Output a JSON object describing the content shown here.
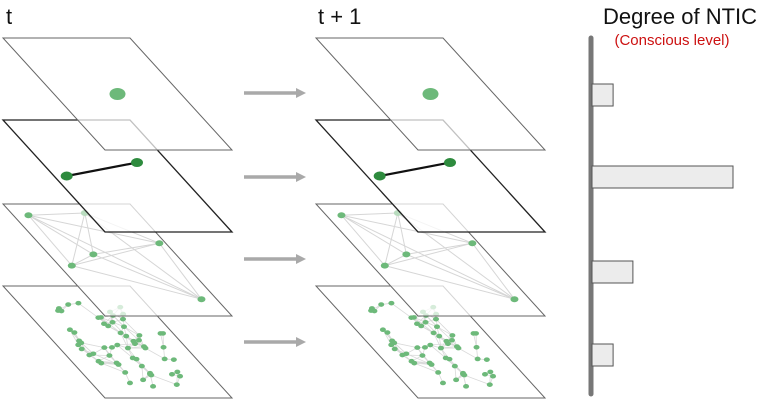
{
  "labels": {
    "t": "t",
    "t_next": "t + 1",
    "title": "Degree of NTIC",
    "subtitle": "(Conscious level)"
  },
  "colors": {
    "node": "#2e8b3e",
    "node_light": "#6db97a",
    "plane_edge": "#555555",
    "arrow": "#a9a9a9",
    "bar_fill": "#ececec",
    "bar_edge": "#555555",
    "axis": "#777777",
    "subtitle": "#cc1111"
  },
  "ntic_bars": [
    {
      "layer": 1,
      "value": 0.15
    },
    {
      "layer": 2,
      "value": 1.0
    },
    {
      "layer": 3,
      "value": 0.29
    },
    {
      "layer": 4,
      "value": 0.15
    }
  ]
}
